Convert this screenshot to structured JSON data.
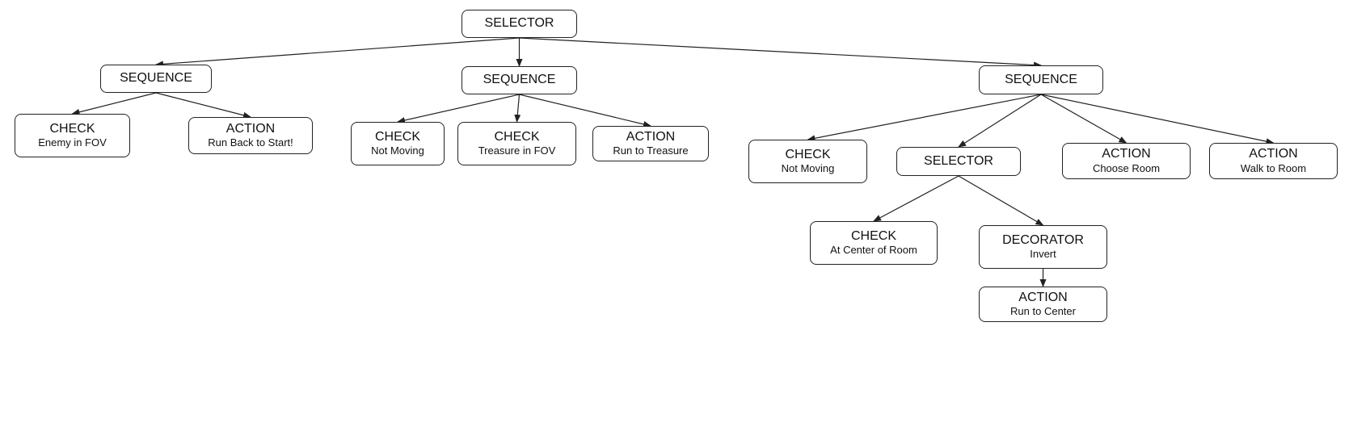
{
  "nodes": [
    {
      "id": "root",
      "type": "SELECTOR",
      "label": ""
    },
    {
      "id": "seq1",
      "type": "SEQUENCE",
      "label": ""
    },
    {
      "id": "seq2",
      "type": "SEQUENCE",
      "label": ""
    },
    {
      "id": "seq3",
      "type": "SEQUENCE",
      "label": ""
    },
    {
      "id": "check-enemy",
      "type": "CHECK",
      "label": "Enemy in FOV"
    },
    {
      "id": "action-run-back",
      "type": "ACTION",
      "label": "Run Back to Start!"
    },
    {
      "id": "check-not-moving-1",
      "type": "CHECK",
      "label": "Not Moving"
    },
    {
      "id": "check-treasure",
      "type": "CHECK",
      "label": "Treasure in FOV"
    },
    {
      "id": "action-run-treasure",
      "type": "ACTION",
      "label": "Run to Treasure"
    },
    {
      "id": "check-not-moving-2",
      "type": "CHECK",
      "label": "Not Moving"
    },
    {
      "id": "selector2",
      "type": "SELECTOR",
      "label": ""
    },
    {
      "id": "action-choose-room",
      "type": "ACTION",
      "label": "Choose Room"
    },
    {
      "id": "action-walk-room",
      "type": "ACTION",
      "label": "Walk to Room"
    },
    {
      "id": "check-center",
      "type": "CHECK",
      "label": "At Center of Room"
    },
    {
      "id": "decorator",
      "type": "DECORATOR",
      "label": "Invert"
    },
    {
      "id": "action-run-center",
      "type": "ACTION",
      "label": "Run to Center"
    }
  ],
  "edges": [
    {
      "from": "root",
      "to": "seq1"
    },
    {
      "from": "root",
      "to": "seq2"
    },
    {
      "from": "root",
      "to": "seq3"
    },
    {
      "from": "seq1",
      "to": "check-enemy"
    },
    {
      "from": "seq1",
      "to": "action-run-back"
    },
    {
      "from": "seq2",
      "to": "check-not-moving-1"
    },
    {
      "from": "seq2",
      "to": "check-treasure"
    },
    {
      "from": "seq2",
      "to": "action-run-treasure"
    },
    {
      "from": "seq3",
      "to": "check-not-moving-2"
    },
    {
      "from": "seq3",
      "to": "selector2"
    },
    {
      "from": "seq3",
      "to": "action-choose-room"
    },
    {
      "from": "seq3",
      "to": "action-walk-room"
    },
    {
      "from": "selector2",
      "to": "check-center"
    },
    {
      "from": "selector2",
      "to": "decorator"
    },
    {
      "from": "decorator",
      "to": "action-run-center"
    }
  ],
  "colors": {
    "stroke": "#222222",
    "background": "#ffffff",
    "text": "#111111"
  }
}
